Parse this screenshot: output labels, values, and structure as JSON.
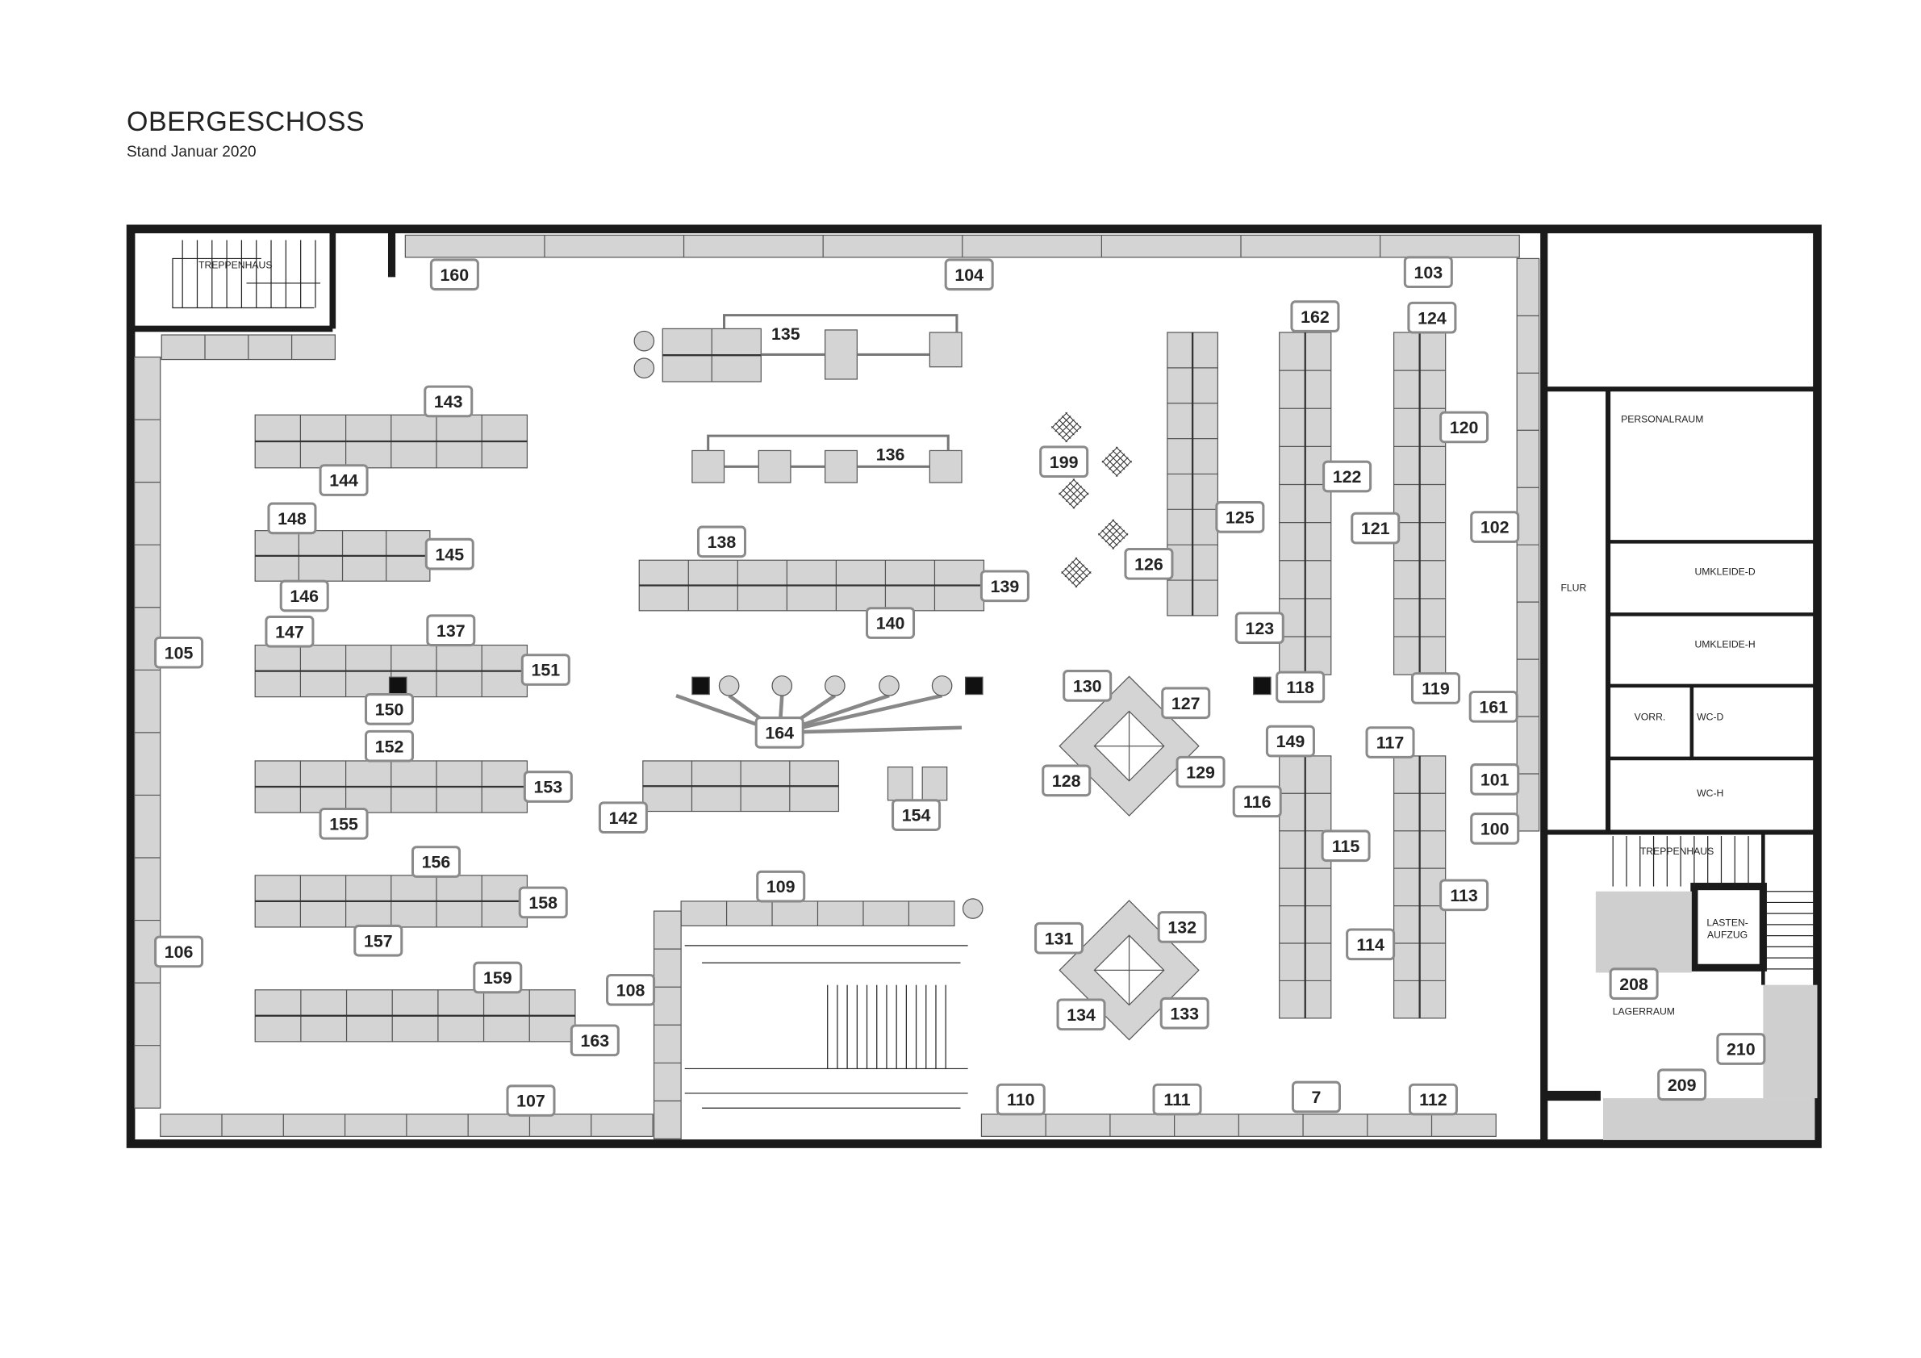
{
  "header": {
    "title": "OBERGESCHOSS",
    "subtitle": "Stand Januar 2020"
  },
  "rooms": {
    "stairwell_left": "TREPPENHAUS",
    "staff_room": "PERSONALRAUM",
    "hallway": "FLUR",
    "changing_women": "UMKLEIDE-D",
    "changing_men": "UMKLEIDE-H",
    "anteroom": "VORR.",
    "wc_women": "WC-D",
    "wc_men": "WC-H",
    "stairwell_right": "TREPPENHAUS",
    "freight_elevator_1": "LASTEN-",
    "freight_elevator_2": "AUFZUG",
    "storage": "LAGERRAUM"
  },
  "shelf_labels": [
    "160",
    "104",
    "103",
    "135",
    "136",
    "143",
    "144",
    "148",
    "145",
    "146",
    "147",
    "137",
    "151",
    "150",
    "152",
    "153",
    "155",
    "156",
    "158",
    "157",
    "159",
    "163",
    "105",
    "106",
    "107",
    "138",
    "139",
    "140",
    "164",
    "142",
    "154",
    "109",
    "108",
    "110",
    "111",
    "7",
    "112",
    "199",
    "125",
    "126",
    "162",
    "124",
    "120",
    "122",
    "121",
    "102",
    "123",
    "118",
    "119",
    "161",
    "130",
    "127",
    "128",
    "129",
    "149",
    "117",
    "116",
    "115",
    "101",
    "100",
    "113",
    "114",
    "131",
    "132",
    "134",
    "133",
    "208",
    "210",
    "209"
  ],
  "colors": {
    "wall": "#1a1a1a",
    "shelf": "#d4d4d4",
    "label_border": "#8a8a8a",
    "storage_fill": "#cfcfcf"
  }
}
